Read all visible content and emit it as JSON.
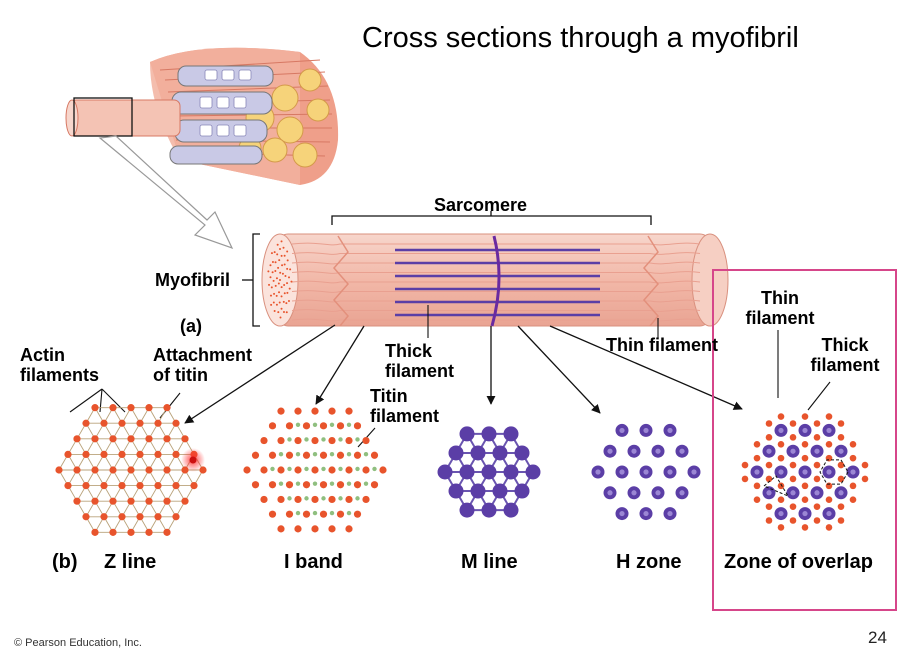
{
  "slide": {
    "title": "Cross sections through a myofibril",
    "copyright": "© Pearson Education, Inc.",
    "page_number": "24"
  },
  "labels": {
    "sarcomere": "Sarcomere",
    "myofibril": "Myofibril",
    "part_a": "(a)",
    "part_b": "(b)",
    "actin_filaments": "Actin filaments",
    "attachment_of_titin": "Attachment of titin",
    "thick_filament": "Thick filament",
    "titin_filament": "Titin filament",
    "thin_filament": "Thin filament",
    "thin_filament_right": "Thin filament",
    "thick_filament_right": "Thick filament"
  },
  "cross_sections": [
    "Z line",
    "I band",
    "M line",
    "H zone",
    "Zone of overlap"
  ],
  "colors": {
    "thin": "#e8542c",
    "thick": "#5b3ea6",
    "thick_inner": "#9b86d4",
    "titin": "#8fbf7f",
    "highlight_box": "#d6468a",
    "myofibril_pink": "#f4c3b4",
    "m_line": "#6a2aa0"
  }
}
